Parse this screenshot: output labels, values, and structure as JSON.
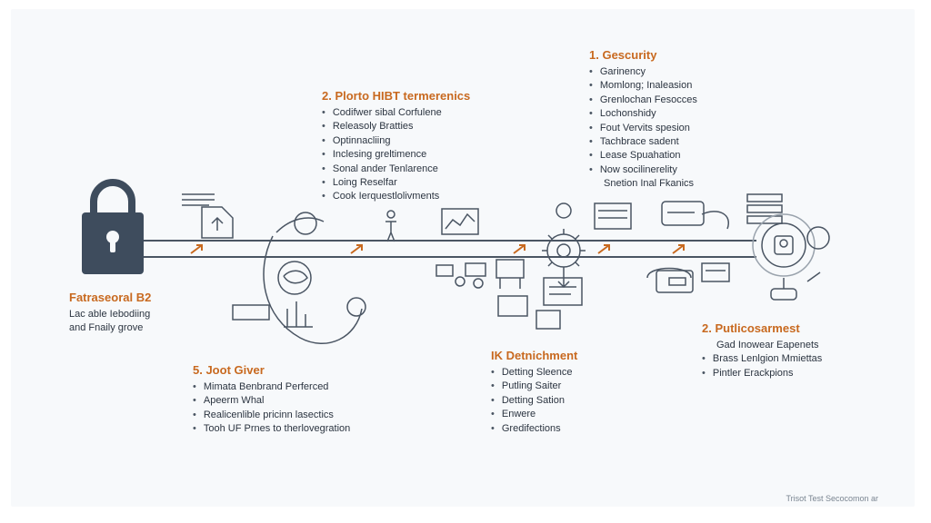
{
  "palette": {
    "accent": "#c8691f",
    "ink": "#2b3440",
    "lock": "#3e4c5d",
    "line": "#4a5563",
    "background": "#f7f9fb"
  },
  "blocks": {
    "security": {
      "heading": "1.  Gescurity",
      "items": [
        "Garinency",
        "Momlong; Inaleasion",
        "Grenlochan Fesocces",
        "Lochonshidy",
        "Fout Vervits spesion",
        "Tachbrace sadent",
        "Lease Spuahation",
        "Now socilinerelity"
      ],
      "tail": "Snetion Inal Fkanics"
    },
    "proto": {
      "heading": "2.  Plorto HIBT termerenics",
      "items": [
        "Codifwer sibal Corfulene",
        "Releasoly Bratties",
        "Optinnacliing",
        "Inclesing greltimence",
        "Sonal ander Tenlarence",
        "Loing Reselfar",
        "Cook Ierquestlolivments"
      ]
    },
    "lock_caption": {
      "heading": "Fatraseoral B2",
      "lines": [
        "Lac able Iebodiing",
        "and Fnaily grove"
      ]
    },
    "joot": {
      "heading": "5.  Joot Giver",
      "items": [
        "Mimata Benbrand Perferced",
        "Apeerm Whal",
        "Realicenlible pricinn lasectics",
        "Tooh UF Prnes to therlovegration"
      ]
    },
    "deployment": {
      "heading": "IK  Detnichment",
      "items": [
        "Detting Sleence",
        "Putling Saiter",
        "Detting Sation",
        "Enwere",
        "Gredifections"
      ]
    },
    "pubsec": {
      "heading": "2.  Putlicosarmest",
      "lines": [
        "Gad Inowear Eapenets"
      ],
      "items": [
        "Brass Lenlgion Mmiettas",
        "Pintler Erackpions"
      ]
    }
  },
  "footer": "Trisot Test Secocomon ar"
}
